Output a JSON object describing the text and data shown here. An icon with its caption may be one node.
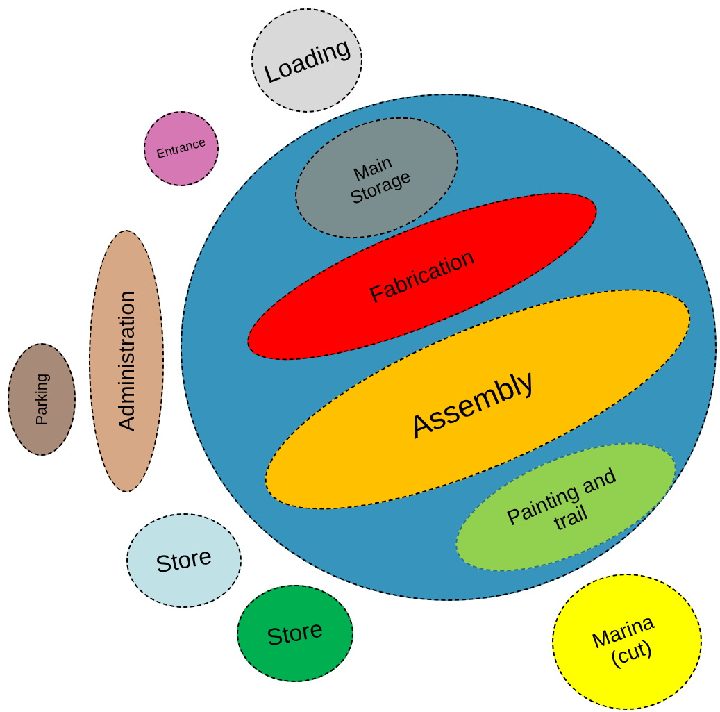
{
  "diagram": {
    "nodes": [
      {
        "text": [
          "Loading"
        ]
      },
      {
        "text": [
          "Entrance"
        ]
      },
      {
        "text": [],
        "shape": "circle"
      },
      {
        "text": [
          "Main Storage"
        ],
        "in": 2
      },
      {
        "text": [
          "Fabrication"
        ],
        "in": 2
      },
      {
        "text": [
          "Assembly"
        ],
        "in": 2
      },
      {
        "text": [
          "Painting and trail"
        ],
        "in": 2
      },
      {
        "text": [
          "Administration"
        ]
      },
      {
        "text": [
          "Parking"
        ]
      },
      {
        "text": [
          "Store"
        ]
      },
      {
        "text": [
          "Store"
        ]
      },
      {
        "text": [
          "Marina (cut)"
        ]
      }
    ]
  }
}
